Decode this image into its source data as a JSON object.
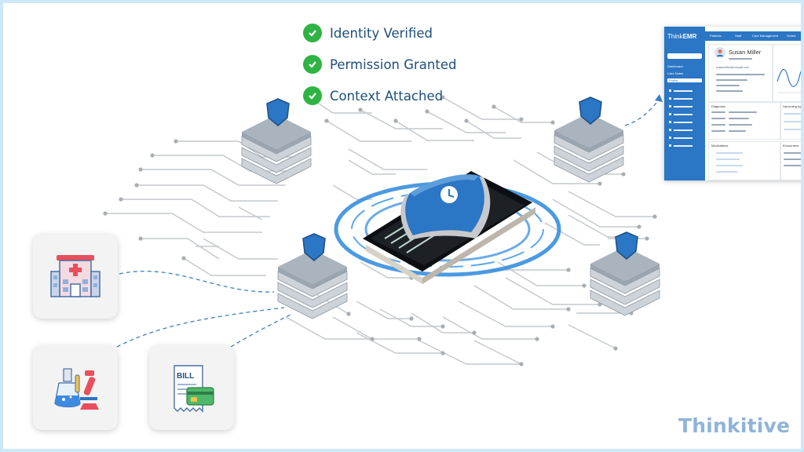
{
  "checklist": [
    {
      "label": "Identity Verified"
    },
    {
      "label": "Permission Granted"
    },
    {
      "label": "Context Attached"
    }
  ],
  "sources": [
    {
      "icon": "hospital-icon"
    },
    {
      "icon": "lab-icon"
    },
    {
      "icon": "bill-icon",
      "text": "BILL"
    }
  ],
  "emr": {
    "logo_plain": "Think",
    "logo_bold": "EMR",
    "tabs": [
      "Patients",
      "Staff",
      "Care Management",
      "Sched"
    ],
    "nav": [
      "Dashboard",
      "Care Notes",
      "Profile"
    ],
    "patient_name": "Susan Miller",
    "email": "susanmiller@example.com",
    "sections": [
      "Diagnosis",
      "Upcoming Ap",
      "Medications",
      "Encounters"
    ]
  },
  "brand": {
    "name": "Thinkitive"
  },
  "colors": {
    "accent": "#2b76c5",
    "check": "#2fb344",
    "label": "#1d4f7c",
    "brand": "#8fb3d9",
    "circuit": "#c4c8cc"
  }
}
